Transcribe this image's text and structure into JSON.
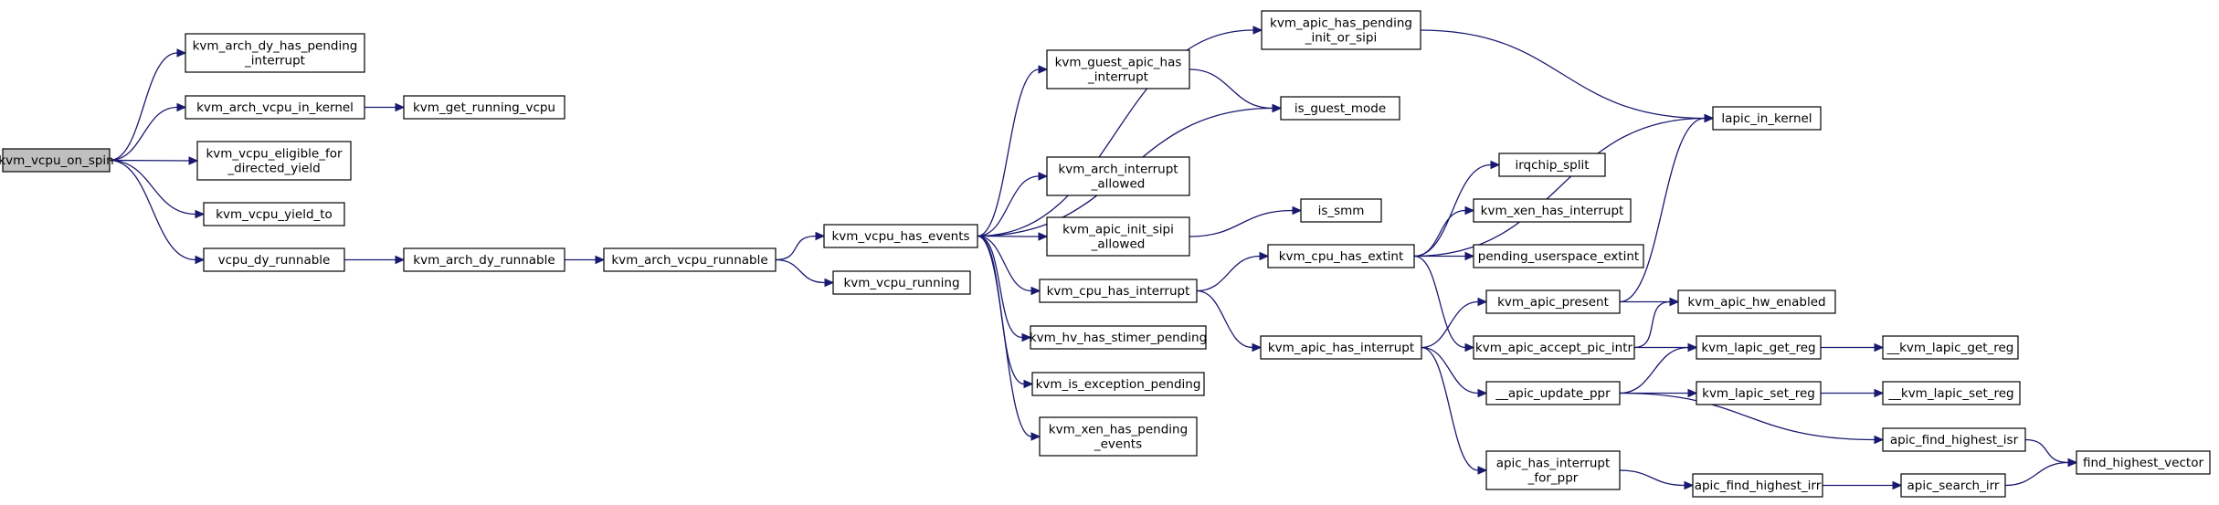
{
  "colors": {
    "edge": "#191970",
    "root_fill": "#bfbfbf",
    "node_fill": "#ffffff",
    "node_border": "#000000"
  },
  "nodes": [
    {
      "id": "kvm_vcpu_on_spin",
      "lines": [
        "kvm_vcpu_on_spin"
      ],
      "root": true
    },
    {
      "id": "kvm_arch_dy_has_pending_interrupt",
      "lines": [
        "kvm_arch_dy_has_pending",
        "_interrupt"
      ]
    },
    {
      "id": "kvm_arch_vcpu_in_kernel",
      "lines": [
        "kvm_arch_vcpu_in_kernel"
      ]
    },
    {
      "id": "kvm_vcpu_eligible_for_directed_yield",
      "lines": [
        "kvm_vcpu_eligible_for",
        "_directed_yield"
      ]
    },
    {
      "id": "kvm_vcpu_yield_to",
      "lines": [
        "kvm_vcpu_yield_to"
      ]
    },
    {
      "id": "vcpu_dy_runnable",
      "lines": [
        "vcpu_dy_runnable"
      ]
    },
    {
      "id": "kvm_get_running_vcpu",
      "lines": [
        "kvm_get_running_vcpu"
      ]
    },
    {
      "id": "kvm_arch_dy_runnable",
      "lines": [
        "kvm_arch_dy_runnable"
      ]
    },
    {
      "id": "kvm_arch_vcpu_runnable",
      "lines": [
        "kvm_arch_vcpu_runnable"
      ]
    },
    {
      "id": "kvm_vcpu_has_events",
      "lines": [
        "kvm_vcpu_has_events"
      ]
    },
    {
      "id": "kvm_vcpu_running",
      "lines": [
        "kvm_vcpu_running"
      ]
    },
    {
      "id": "kvm_apic_has_pending_init_or_sipi",
      "lines": [
        "kvm_apic_has_pending",
        "_init_or_sipi"
      ]
    },
    {
      "id": "kvm_guest_apic_has_interrupt",
      "lines": [
        "kvm_guest_apic_has",
        "_interrupt"
      ]
    },
    {
      "id": "is_guest_mode",
      "lines": [
        "is_guest_mode"
      ]
    },
    {
      "id": "kvm_arch_interrupt_allowed",
      "lines": [
        "kvm_arch_interrupt",
        "_allowed"
      ]
    },
    {
      "id": "kvm_apic_init_sipi_allowed",
      "lines": [
        "kvm_apic_init_sipi",
        "_allowed"
      ]
    },
    {
      "id": "kvm_cpu_has_interrupt",
      "lines": [
        "kvm_cpu_has_interrupt"
      ]
    },
    {
      "id": "kvm_hv_has_stimer_pending",
      "lines": [
        "kvm_hv_has_stimer_pending"
      ]
    },
    {
      "id": "kvm_is_exception_pending",
      "lines": [
        "kvm_is_exception_pending"
      ]
    },
    {
      "id": "kvm_xen_has_pending_events",
      "lines": [
        "kvm_xen_has_pending",
        "_events"
      ]
    },
    {
      "id": "lapic_in_kernel",
      "lines": [
        "lapic_in_kernel"
      ]
    },
    {
      "id": "is_smm",
      "lines": [
        "is_smm"
      ]
    },
    {
      "id": "kvm_cpu_has_extint",
      "lines": [
        "kvm_cpu_has_extint"
      ]
    },
    {
      "id": "kvm_apic_has_interrupt",
      "lines": [
        "kvm_apic_has_interrupt"
      ]
    },
    {
      "id": "irqchip_split",
      "lines": [
        "irqchip_split"
      ]
    },
    {
      "id": "kvm_xen_has_interrupt",
      "lines": [
        "kvm_xen_has_interrupt"
      ]
    },
    {
      "id": "pending_userspace_extint",
      "lines": [
        "pending_userspace_extint"
      ]
    },
    {
      "id": "kvm_apic_present",
      "lines": [
        "kvm_apic_present"
      ]
    },
    {
      "id": "kvm_apic_accept_pic_intr",
      "lines": [
        "kvm_apic_accept_pic_intr"
      ]
    },
    {
      "id": "__apic_update_ppr",
      "lines": [
        "__apic_update_ppr"
      ]
    },
    {
      "id": "apic_has_interrupt_for_ppr",
      "lines": [
        "apic_has_interrupt",
        "_for_ppr"
      ]
    },
    {
      "id": "kvm_apic_hw_enabled",
      "lines": [
        "kvm_apic_hw_enabled"
      ]
    },
    {
      "id": "kvm_lapic_get_reg",
      "lines": [
        "kvm_lapic_get_reg"
      ]
    },
    {
      "id": "kvm_lapic_set_reg",
      "lines": [
        "kvm_lapic_set_reg"
      ]
    },
    {
      "id": "apic_find_highest_isr",
      "lines": [
        "apic_find_highest_isr"
      ]
    },
    {
      "id": "apic_find_highest_irr",
      "lines": [
        "apic_find_highest_irr"
      ]
    },
    {
      "id": "__kvm_lapic_get_reg",
      "lines": [
        "__kvm_lapic_get_reg"
      ]
    },
    {
      "id": "__kvm_lapic_set_reg",
      "lines": [
        "__kvm_lapic_set_reg"
      ]
    },
    {
      "id": "apic_search_irr",
      "lines": [
        "apic_search_irr"
      ]
    },
    {
      "id": "find_highest_vector",
      "lines": [
        "find_highest_vector"
      ]
    }
  ],
  "edges": [
    [
      "kvm_vcpu_on_spin",
      "kvm_arch_dy_has_pending_interrupt"
    ],
    [
      "kvm_vcpu_on_spin",
      "kvm_arch_vcpu_in_kernel"
    ],
    [
      "kvm_vcpu_on_spin",
      "kvm_vcpu_eligible_for_directed_yield"
    ],
    [
      "kvm_vcpu_on_spin",
      "kvm_vcpu_yield_to"
    ],
    [
      "kvm_vcpu_on_spin",
      "vcpu_dy_runnable"
    ],
    [
      "kvm_arch_vcpu_in_kernel",
      "kvm_get_running_vcpu"
    ],
    [
      "vcpu_dy_runnable",
      "kvm_arch_dy_runnable"
    ],
    [
      "kvm_arch_dy_runnable",
      "kvm_arch_vcpu_runnable"
    ],
    [
      "kvm_arch_vcpu_runnable",
      "kvm_vcpu_has_events"
    ],
    [
      "kvm_arch_vcpu_runnable",
      "kvm_vcpu_running"
    ],
    [
      "kvm_vcpu_has_events",
      "kvm_apic_has_pending_init_or_sipi"
    ],
    [
      "kvm_vcpu_has_events",
      "kvm_guest_apic_has_interrupt"
    ],
    [
      "kvm_vcpu_has_events",
      "is_guest_mode"
    ],
    [
      "kvm_vcpu_has_events",
      "kvm_arch_interrupt_allowed"
    ],
    [
      "kvm_vcpu_has_events",
      "kvm_apic_init_sipi_allowed"
    ],
    [
      "kvm_vcpu_has_events",
      "kvm_cpu_has_interrupt"
    ],
    [
      "kvm_vcpu_has_events",
      "kvm_hv_has_stimer_pending"
    ],
    [
      "kvm_vcpu_has_events",
      "kvm_is_exception_pending"
    ],
    [
      "kvm_vcpu_has_events",
      "kvm_xen_has_pending_events"
    ],
    [
      "kvm_apic_has_pending_init_or_sipi",
      "lapic_in_kernel"
    ],
    [
      "kvm_guest_apic_has_interrupt",
      "is_guest_mode"
    ],
    [
      "kvm_apic_init_sipi_allowed",
      "is_smm"
    ],
    [
      "kvm_cpu_has_interrupt",
      "kvm_cpu_has_extint"
    ],
    [
      "kvm_cpu_has_interrupt",
      "kvm_apic_has_interrupt"
    ],
    [
      "kvm_cpu_has_extint",
      "lapic_in_kernel"
    ],
    [
      "kvm_cpu_has_extint",
      "irqchip_split"
    ],
    [
      "kvm_cpu_has_extint",
      "kvm_xen_has_interrupt"
    ],
    [
      "kvm_cpu_has_extint",
      "pending_userspace_extint"
    ],
    [
      "kvm_cpu_has_extint",
      "kvm_apic_accept_pic_intr"
    ],
    [
      "kvm_apic_has_interrupt",
      "kvm_apic_present"
    ],
    [
      "kvm_apic_has_interrupt",
      "__apic_update_ppr"
    ],
    [
      "kvm_apic_has_interrupt",
      "apic_has_interrupt_for_ppr"
    ],
    [
      "kvm_apic_present",
      "lapic_in_kernel"
    ],
    [
      "kvm_apic_present",
      "kvm_apic_hw_enabled"
    ],
    [
      "kvm_apic_accept_pic_intr",
      "kvm_apic_hw_enabled"
    ],
    [
      "kvm_apic_accept_pic_intr",
      "kvm_lapic_get_reg"
    ],
    [
      "__apic_update_ppr",
      "kvm_lapic_get_reg"
    ],
    [
      "__apic_update_ppr",
      "kvm_lapic_set_reg"
    ],
    [
      "__apic_update_ppr",
      "apic_find_highest_isr"
    ],
    [
      "apic_has_interrupt_for_ppr",
      "apic_find_highest_irr"
    ],
    [
      "kvm_lapic_get_reg",
      "__kvm_lapic_get_reg"
    ],
    [
      "kvm_lapic_set_reg",
      "__kvm_lapic_set_reg"
    ],
    [
      "apic_find_highest_isr",
      "find_highest_vector"
    ],
    [
      "apic_find_highest_irr",
      "apic_search_irr"
    ],
    [
      "apic_search_irr",
      "find_highest_vector"
    ]
  ]
}
